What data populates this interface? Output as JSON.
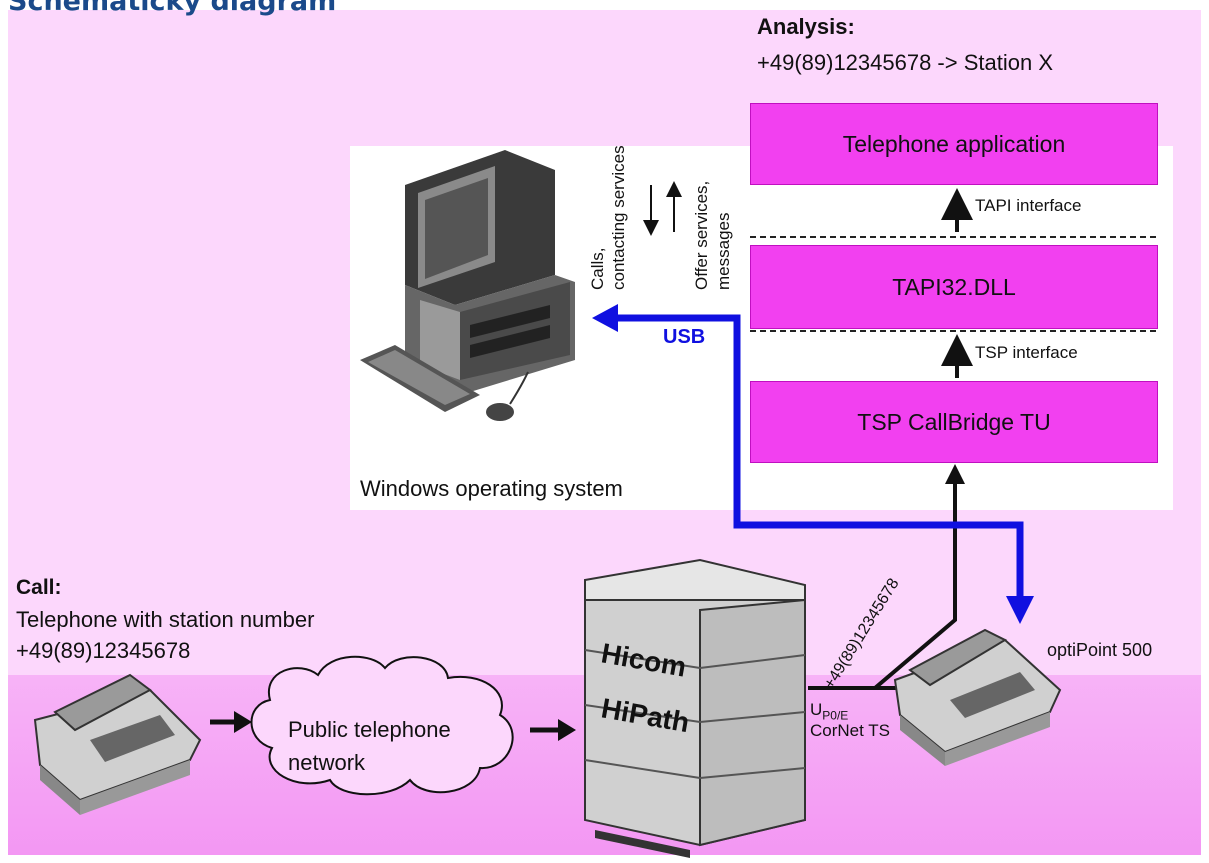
{
  "title": "Schematický diagram",
  "analysis": {
    "heading": "Analysis:",
    "text": "+49(89)12345678 -> Station X"
  },
  "layers": {
    "app": "Telephone application",
    "tapi_dll": "TAPI32.DLL",
    "tsp": "TSP CallBridge TU"
  },
  "interfaces": {
    "tapi": "TAPI interface",
    "tsp": "TSP interface"
  },
  "pc": {
    "calls_label": "Calls,\ncontacting services",
    "offer_label": "Offer services,\nmessages",
    "usb": "USB",
    "os_label": "Windows operating system"
  },
  "call": {
    "heading": "Call:",
    "line1": "Telephone with station number",
    "line2": "+49(89)12345678"
  },
  "network": {
    "label": "Public telephone\nnetwork"
  },
  "pbx": {
    "brand1": "Hicom",
    "brand2": "HiPath"
  },
  "link": {
    "number": "+49(89)12345678",
    "up": "U",
    "up_sub": "P0/E",
    "cornet": "CorNet TS"
  },
  "phone": {
    "label": "optiPoint 500"
  },
  "colors": {
    "magenta": "#f240f0",
    "usb_blue": "#1010e0",
    "bg": "#fcd7fc"
  }
}
